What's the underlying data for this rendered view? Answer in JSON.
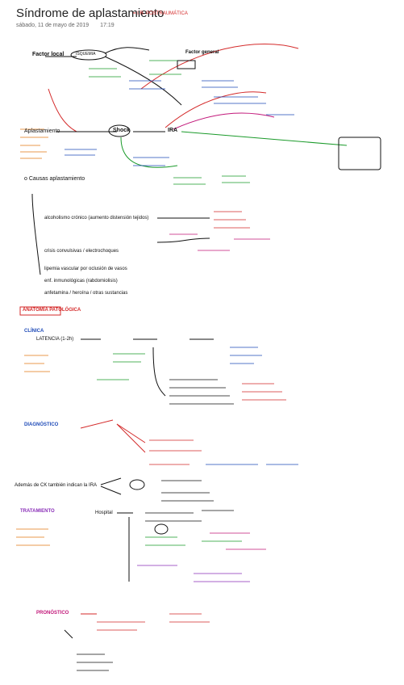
{
  "header": {
    "title": "Síndrome de aplastamiento",
    "date": "sábado, 11 de mayo de 2019",
    "time": "17:19"
  },
  "notes": {
    "title_equiv": "= I.R. POSTRAUMÁTICA",
    "factor_local": "Factor local",
    "isquemia": "ISQUEMIA",
    "shock": "Shock",
    "ira": "IRA",
    "factor_general": "Factor general",
    "aplastamiento": "Aplastamiento",
    "causas_title": "o Causas aplastamiento",
    "list": [
      "alcoholismo crónico (aumento distensión tejidos)",
      "crisis convulsivas / electrochoques",
      "lipemia vascular por oclusión de vasos",
      "enf. inmunológicas (rabdomiolisis)",
      "anfetamina / heroína / otras sustancias"
    ],
    "anatomia": "ANATOMÍA PATOLÓGICA",
    "clinica": "CLÍNICA",
    "latencia": "LATENCIA (1-2h)",
    "diagnostico": "DIAGNÓSTICO",
    "ck_line": "Además de CK también indican la IRA",
    "tratamiento": "TRATAMIENTO",
    "hospital": "Hospital",
    "pronostico": "PRONÓSTICO"
  },
  "ink": {
    "black": "#111111",
    "red": "#d42a2a",
    "green": "#1a9a2a",
    "blue": "#1f4bb8",
    "orange": "#e37a12",
    "purple": "#8a2fb8",
    "pink": "#c2187a"
  }
}
